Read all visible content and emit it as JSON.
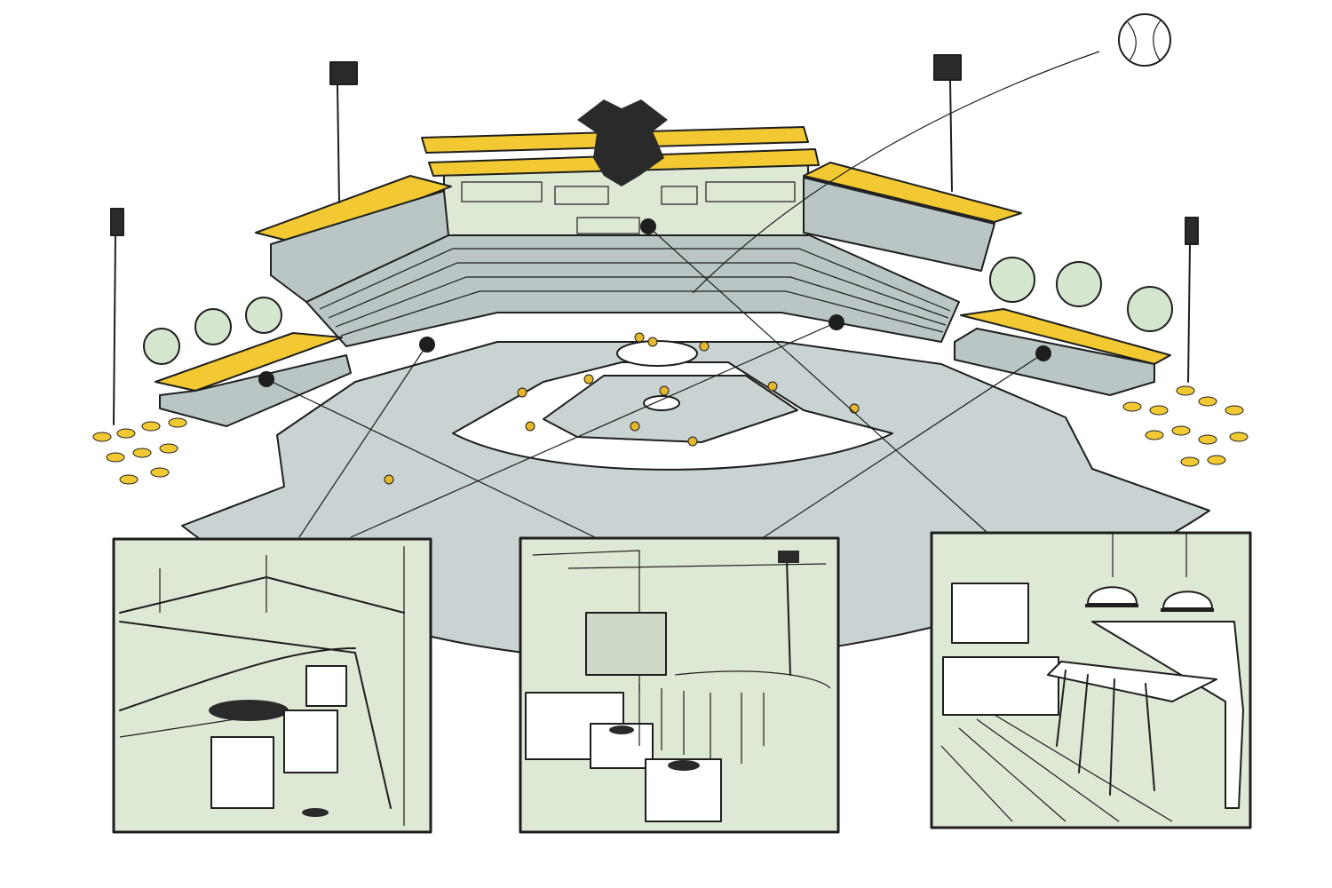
{
  "illustration": {
    "subject": "baseball-stadium-with-premium-seating-insets",
    "colors": {
      "background": "#ffffff",
      "ink": "#1e1e1e",
      "roof_yellow": "#f2c933",
      "field": "#c9d3d3",
      "infield": "#ffffff",
      "stand_shade": "#b9c6c5",
      "tree_green": "#d5e6cf",
      "inset_fill": "#dde8d5",
      "player_yellow": "#e6b62c"
    },
    "insets": [
      {
        "scene": "stadium-box-seats"
      },
      {
        "scene": "outdoor-lounge-with-fire-pits"
      },
      {
        "scene": "suite-interior-with-kitchen"
      }
    ]
  }
}
